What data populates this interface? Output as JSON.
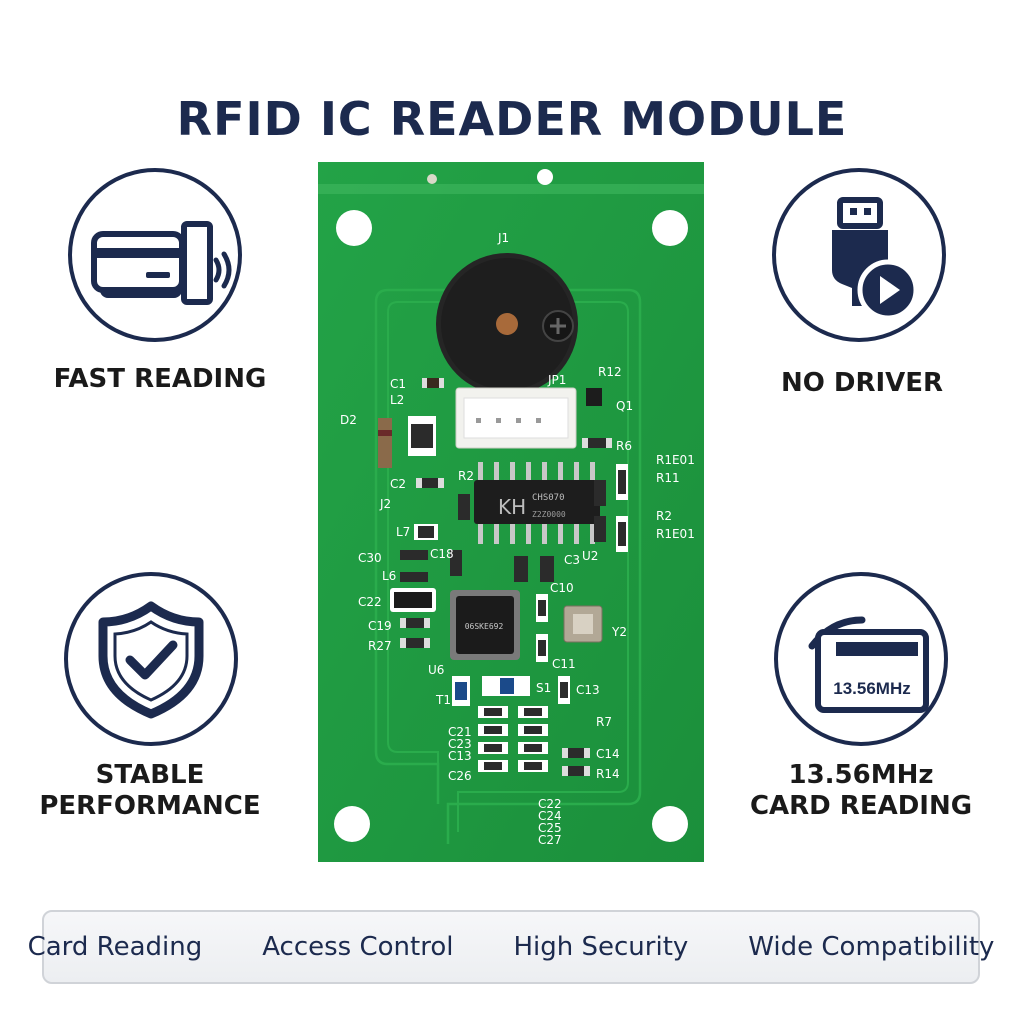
{
  "title": "RFID IC READER MODULE",
  "features": {
    "fast_reading": "FAST READING",
    "no_driver": "NO DRIVER",
    "stable_line1": "STABLE",
    "stable_line2": "PERFORMANCE",
    "freq_badge": "13.56MHz",
    "freq_line1": "13.56MHz",
    "freq_line2": "CARD READING"
  },
  "board": {
    "chip_main_logo": "KH",
    "chip_main_part": "CHS070",
    "chip_main_code": "Z2Z0000",
    "chip_mcu_part": "06SKE692",
    "labels": {
      "j1": "J1",
      "jp1": "JP1",
      "r12": "R12",
      "c1": "C1",
      "l2": "L2",
      "q1": "Q1",
      "r6": "R6",
      "d2": "D2",
      "r1e01_a": "R1E01",
      "r11": "R11",
      "r2": "R2",
      "r1e01_b": "R1E01",
      "c2": "C2",
      "j2": "J2",
      "l7": "L7",
      "r2b": "R2",
      "u2": "U2",
      "c30": "C30",
      "c18": "C18",
      "c3": "C3",
      "l6": "L6",
      "c10": "C10",
      "c22": "C22",
      "y2": "Y2",
      "c19": "C19",
      "r27": "R27",
      "c11": "C11",
      "u6": "U6",
      "c13a": "C13",
      "t1": "T1",
      "s1": "S1",
      "r7": "R7",
      "c21": "C21",
      "c23": "C23",
      "c13b": "C13",
      "c14": "C14",
      "c26": "C26",
      "r14": "R14",
      "c22b": "C22",
      "c24": "C24",
      "c25": "C25",
      "c27": "C27"
    }
  },
  "bottom_bar": {
    "items": [
      "Card Reading",
      "Access Control",
      "High Security",
      "Wide Compatibility"
    ]
  },
  "colors": {
    "navy": "#1c2a4e",
    "pcb_green": "#1f9a3f",
    "pcb_trace": "#2aac4c"
  },
  "icons": [
    "card-wave-icon",
    "usb-play-icon",
    "shield-check-icon",
    "card-signal-icon"
  ]
}
